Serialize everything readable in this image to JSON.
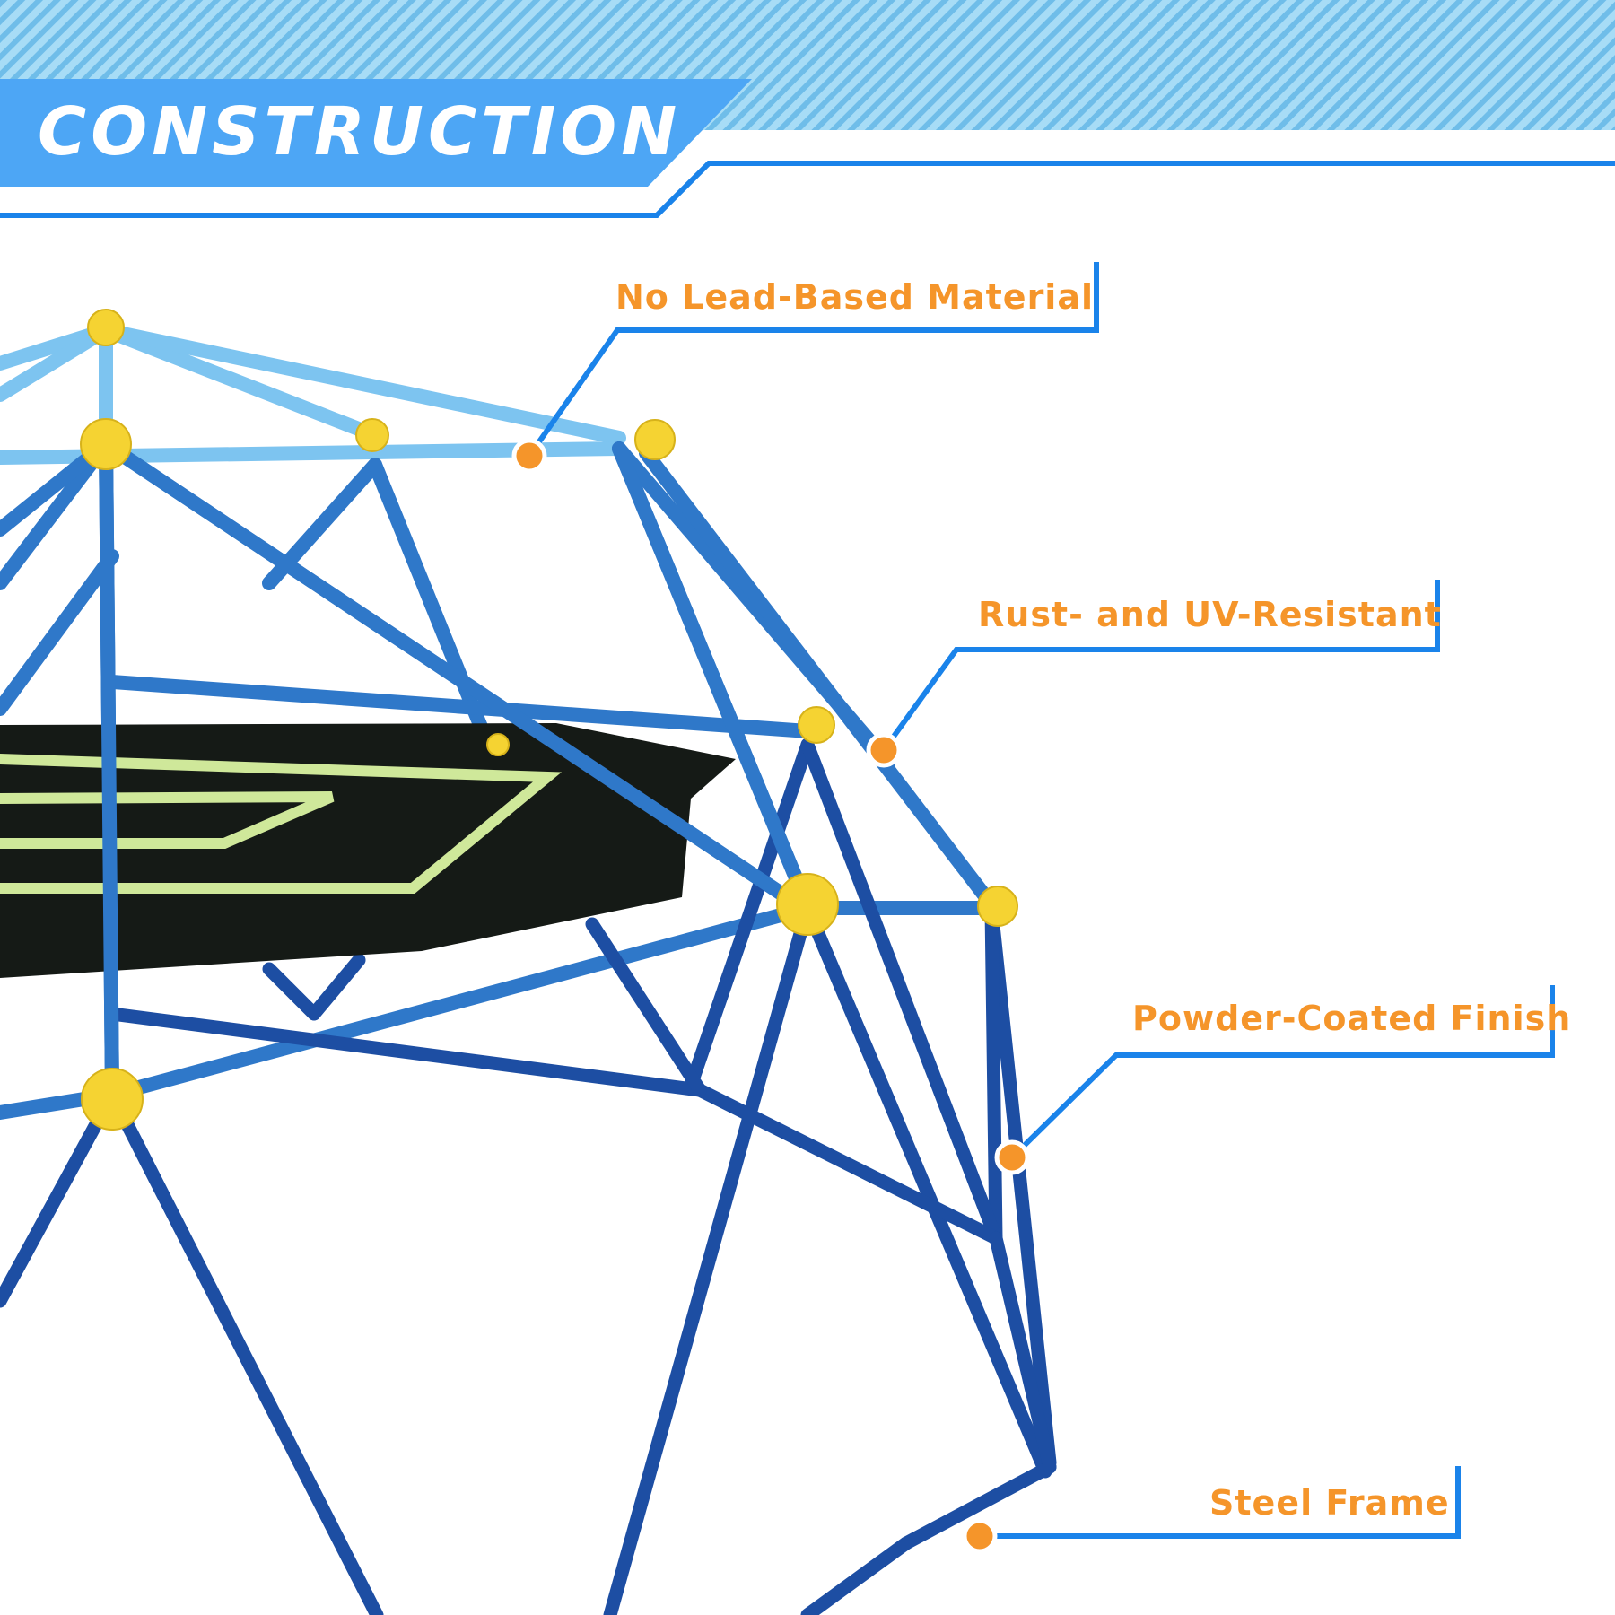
{
  "header": {
    "title": "CONSTRUCTION"
  },
  "callouts": [
    {
      "id": "no-lead",
      "label": "No Lead-Based Material"
    },
    {
      "id": "rust-uv",
      "label": "Rust- and UV-Resistant"
    },
    {
      "id": "powder",
      "label": "Powder-Coated Finish"
    },
    {
      "id": "steel",
      "label": "Steel Frame"
    }
  ],
  "colors": {
    "banner": "#4da6f5",
    "stripe": "#8ecdf3",
    "line": "#1a83ea",
    "label": "#f5952a",
    "dot": "#f5952a",
    "frame_light": "#7dc4f0",
    "frame_mid": "#2f78c9",
    "frame_dark": "#1d4ea3",
    "connector": "#f5d332",
    "net": "#151a16",
    "net_trim": "#cfe89a"
  },
  "icons": [
    "dot-marker-icon"
  ]
}
